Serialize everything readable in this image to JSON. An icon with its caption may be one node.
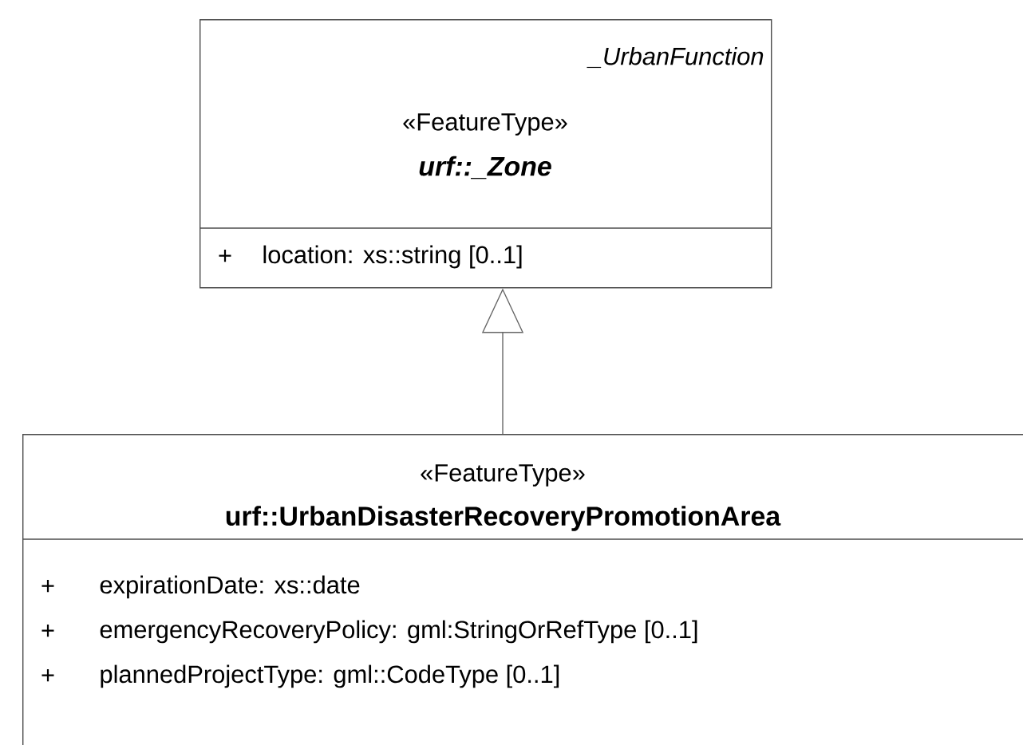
{
  "diagram": {
    "nodes": [
      {
        "text": [
          "_UrbanFunction",
          "«FeatureType»",
          "urf::_Zone",
          "+",
          "location: xs::string [0..1]"
        ]
      },
      {
        "text": [
          "«FeatureType»",
          "urf::UrbanDisasterRecoveryPromotionArea",
          "+",
          "expirationDate: xs::date",
          "+",
          "emergencyRecoveryPolicy: gml:StringOrRefType [0..1]",
          "+",
          "plannedProjectType: gml::CodeType [0..1]"
        ]
      }
    ],
    "edges": [
      {
        "from": 1,
        "to": 0,
        "arrow": "to"
      }
    ]
  }
}
